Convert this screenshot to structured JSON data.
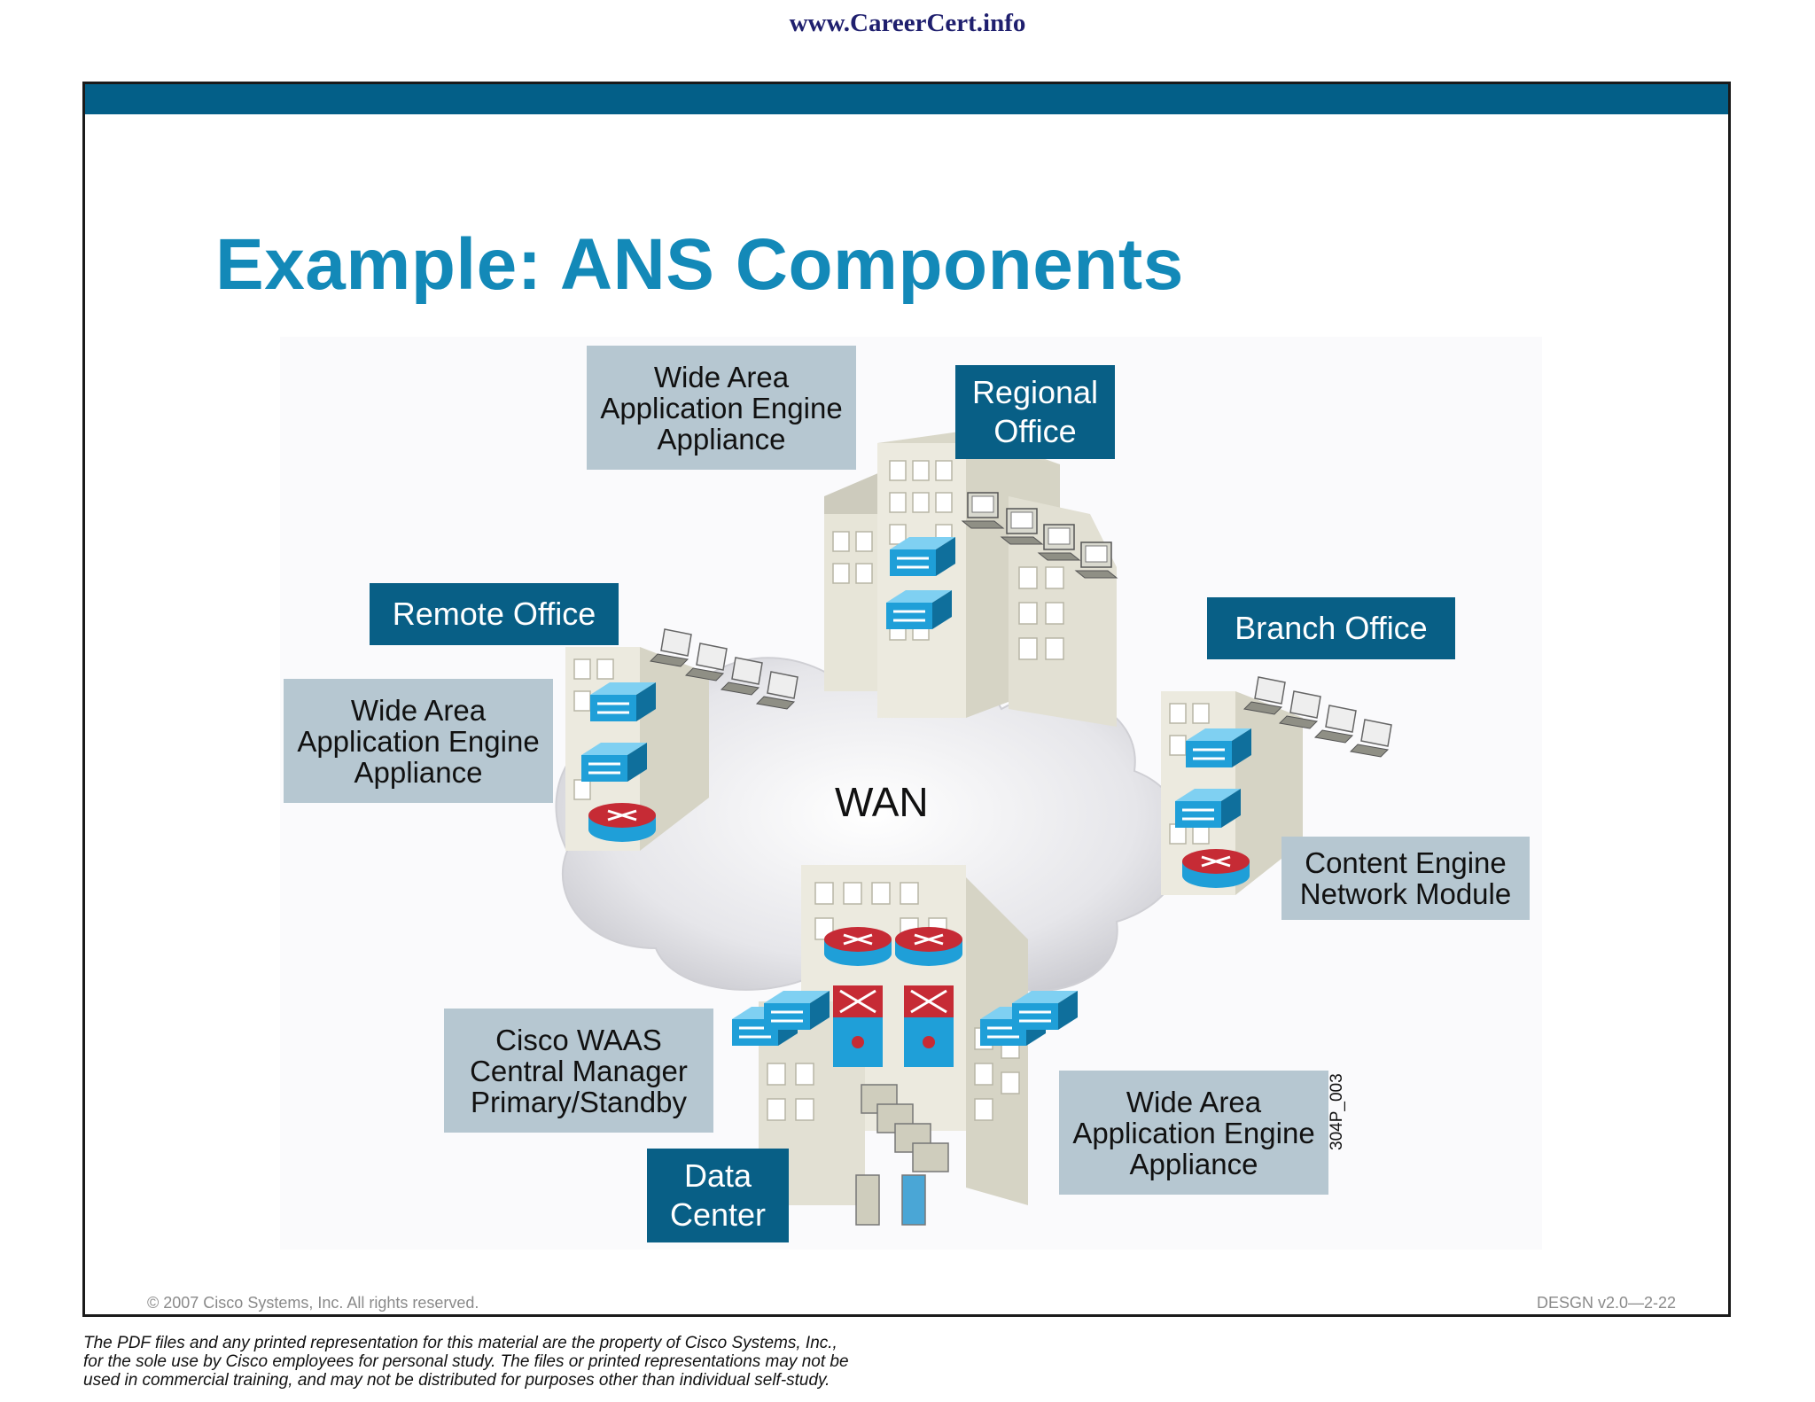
{
  "site_url": "www.CareerCert.info",
  "slide": {
    "title": "Example: ANS Components",
    "copyright": "© 2007 Cisco Systems, Inc. All rights reserved.",
    "course_id": "DESGN v2.0—2-22"
  },
  "colors": {
    "accent_bar": "#035f88",
    "title": "#1389b8",
    "dark_label": "#085f86",
    "light_label": "#b6c7d1",
    "switch": "#2aa7de",
    "router": "#c62b35",
    "building": "#e7e5d8"
  },
  "diagram": {
    "cloud_label": "WAN",
    "figure_id": "304P_003",
    "sites": {
      "regional": {
        "label_lines": [
          "Regional",
          "Office"
        ]
      },
      "remote": {
        "label_lines": [
          "Remote Office"
        ]
      },
      "branch": {
        "label_lines": [
          "Branch Office"
        ]
      },
      "datacenter": {
        "label_lines": [
          "Data",
          "Center"
        ]
      }
    },
    "component_labels": {
      "waea_regional": [
        "Wide Area",
        "Application Engine",
        "Appliance"
      ],
      "waea_remote": [
        "Wide Area",
        "Application Engine",
        "Appliance"
      ],
      "content_engine": [
        "Content Engine",
        "Network Module"
      ],
      "waas_manager": [
        "Cisco WAAS",
        "Central Manager",
        "Primary/Standby"
      ],
      "waea_datacenter": [
        "Wide Area",
        "Application Engine",
        "Appliance"
      ]
    }
  },
  "disclaimer": [
    "The PDF files and any printed representation for this material are the property of Cisco Systems, Inc.,",
    "for the sole use by Cisco employees for personal study. The files or printed representations may not be",
    "used in commercial training, and may not be distributed for purposes other than individual self-study."
  ]
}
